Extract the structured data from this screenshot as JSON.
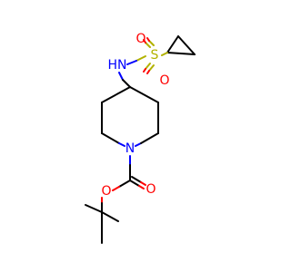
{
  "molecule": {
    "atoms": {
      "sulfur": {
        "label": "S",
        "color": "#b2b200"
      },
      "oxygen_sulfonyl_top": {
        "label": "O",
        "color": "#ff0000"
      },
      "oxygen_sulfonyl_bottom": {
        "label": "O",
        "color": "#ff0000"
      },
      "amine_nh": {
        "label": "HN",
        "color": "#0000ff"
      },
      "ring_nitrogen": {
        "label": "N",
        "color": "#0000ff"
      },
      "oxygen_carbonyl": {
        "label": "O",
        "color": "#ff0000"
      },
      "oxygen_ester": {
        "label": "O",
        "color": "#ff0000"
      }
    }
  }
}
